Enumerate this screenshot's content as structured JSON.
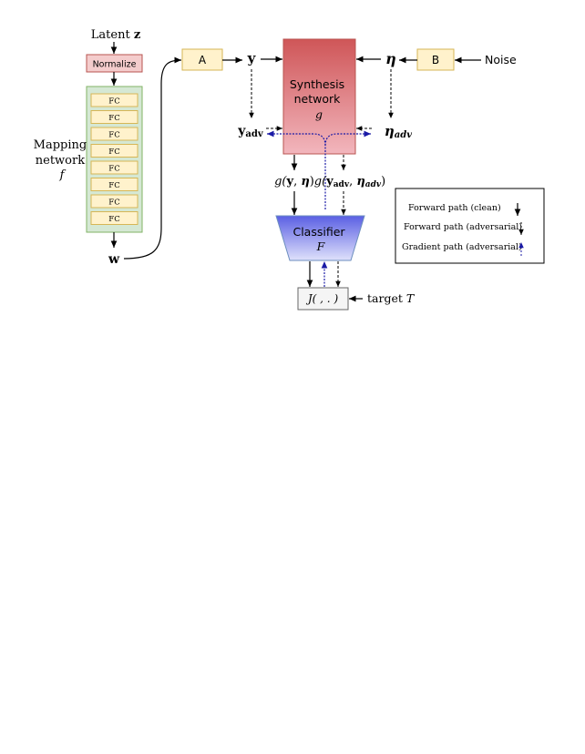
{
  "latent": {
    "prefix": "Latent ",
    "var": "z"
  },
  "normalize": "Normalize",
  "fc_label": "FC",
  "fc_count": 8,
  "mapping": {
    "line1": "Mapping",
    "line2": "network",
    "var": "f"
  },
  "w": "w",
  "A": "A",
  "B": "B",
  "y": "y",
  "eta": "η",
  "noise": "Noise",
  "synthesis": {
    "line1": "Synthesis",
    "line2": "network",
    "var": "g"
  },
  "y_adv": {
    "base": "y",
    "sub": "adv"
  },
  "eta_adv": {
    "base": "η",
    "sub": "adv"
  },
  "g_clean": {
    "pre": "g(",
    "y": "y",
    "comma": ", ",
    "eta": "η",
    "post": ")"
  },
  "g_adv": {
    "pre": "g(",
    "y": "y",
    "ysub": "adv",
    "comma": ", ",
    "eta": "η",
    "etasub": "adv",
    "post": ")"
  },
  "classifier": {
    "line1": "Classifier",
    "var": "F"
  },
  "loss": "J( , . )",
  "target": {
    "prefix": "target ",
    "var": "T"
  },
  "legend": {
    "clean": "Forward path (clean)",
    "adversarial": "Forward path (adversarial)",
    "gradient": "Gradient path (adversarial)"
  },
  "colors": {
    "gradient": "#1a1aa6",
    "normalize_fill": "#f4cccc",
    "fc_fill": "#fff2cc",
    "mapping_fill": "#d5e8d4"
  }
}
